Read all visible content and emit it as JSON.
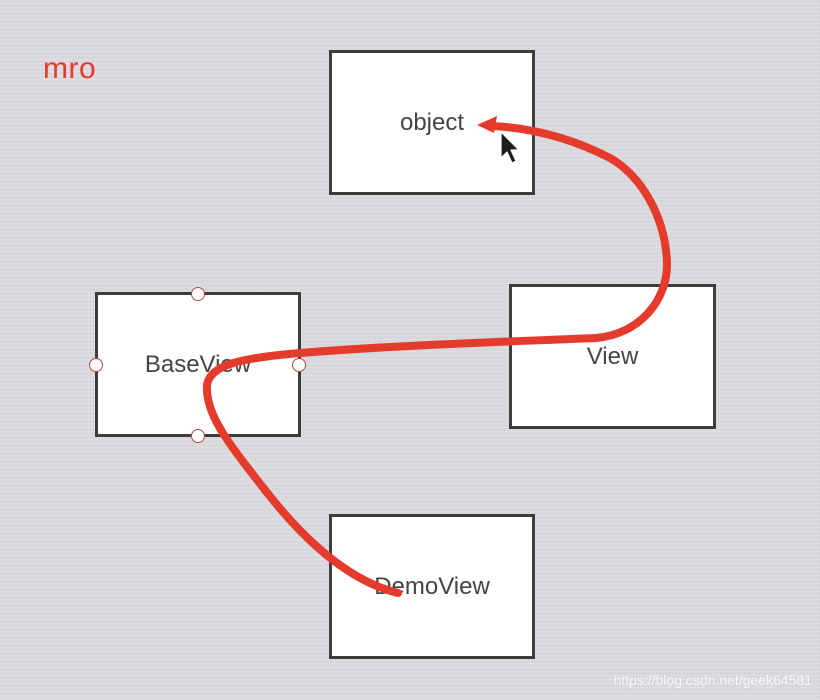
{
  "title": "mro",
  "nodes": {
    "object": "object",
    "baseview": "BaseView",
    "view": "View",
    "demoview": "DemoView"
  },
  "colors": {
    "annotation_stroke": "#e53b2c",
    "box_border": "#3c3c3c",
    "box_fill": "#ffffff"
  },
  "watermark": "https://blog.csdn.net/geek64581"
}
